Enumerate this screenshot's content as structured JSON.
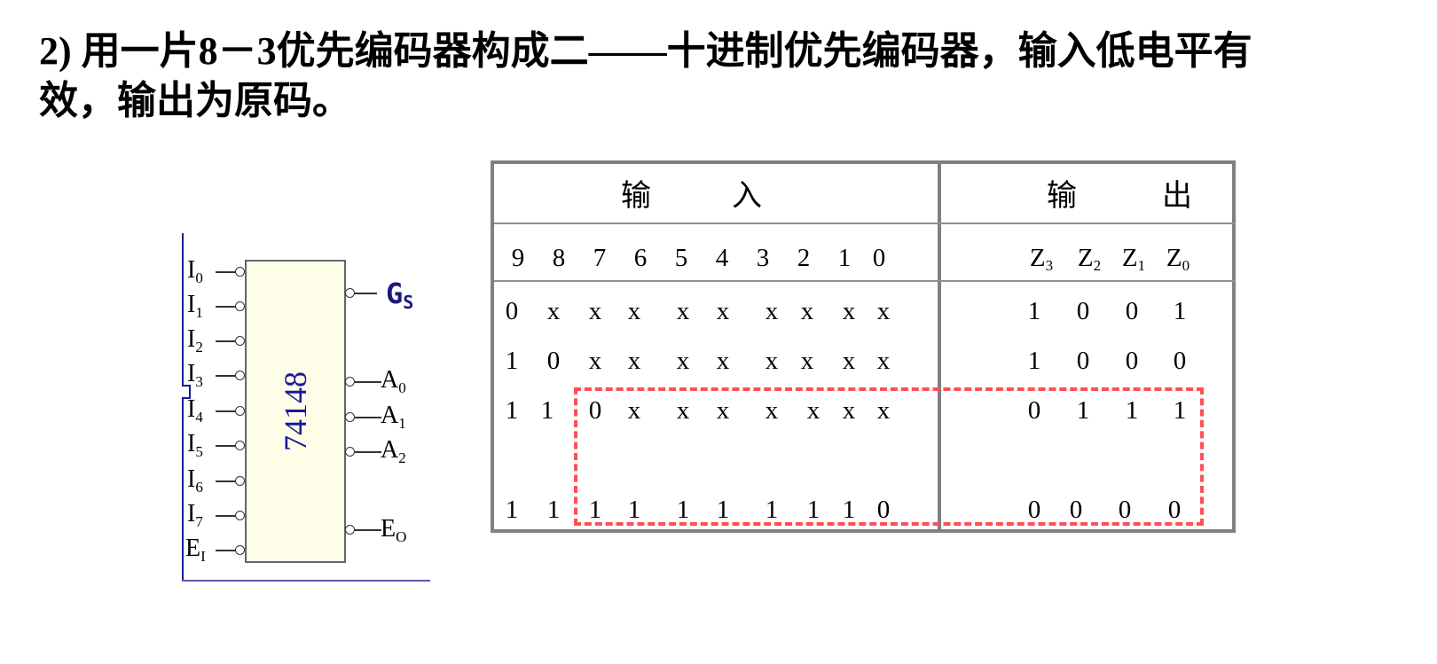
{
  "title": {
    "line1": "2) 用一片8－3优先编码器构成二——十进制优先编码器，输入低电平有",
    "line2": "效，输出为原码。"
  },
  "circuit": {
    "chip_label": "74148",
    "inputs": [
      {
        "name": "I",
        "sub": "0"
      },
      {
        "name": "I",
        "sub": "1"
      },
      {
        "name": "I",
        "sub": "2"
      },
      {
        "name": "I",
        "sub": "3"
      },
      {
        "name": "I",
        "sub": "4"
      },
      {
        "name": "I",
        "sub": "5"
      },
      {
        "name": "I",
        "sub": "6"
      },
      {
        "name": "I",
        "sub": "7"
      },
      {
        "name": "E",
        "sub": "I"
      }
    ],
    "outputs": {
      "gs": {
        "name": "G",
        "sub": "S"
      },
      "a0": {
        "name": "A",
        "sub": "0"
      },
      "a1": {
        "name": "A",
        "sub": "1"
      },
      "a2": {
        "name": "A",
        "sub": "2"
      },
      "eo": {
        "name": "E",
        "sub": "O"
      }
    },
    "colors": {
      "chip_fill": "#fdfde8",
      "label": "#1a1a9a",
      "bus": "#1a1aa0"
    }
  },
  "table": {
    "input_header": [
      "输",
      "入"
    ],
    "output_header": [
      "输",
      "出"
    ],
    "input_columns": [
      "9",
      "8",
      "7",
      "6",
      "5",
      "4",
      "3",
      "2",
      "1",
      "0"
    ],
    "output_columns": [
      {
        "name": "Z",
        "sub": "3"
      },
      {
        "name": "Z",
        "sub": "2"
      },
      {
        "name": "Z",
        "sub": "1"
      },
      {
        "name": "Z",
        "sub": "0"
      }
    ],
    "rows": [
      {
        "inputs": [
          "0",
          "x",
          "x",
          "x",
          "x",
          "x",
          "x",
          "x",
          "x",
          "x"
        ],
        "outputs": [
          "1",
          "0",
          "0",
          "1"
        ]
      },
      {
        "inputs": [
          "1",
          "0",
          "x",
          "x",
          "x",
          "x",
          "x",
          "x",
          "x",
          "x"
        ],
        "outputs": [
          "1",
          "0",
          "0",
          "0"
        ]
      },
      {
        "inputs": [
          "1",
          "1",
          "0",
          "x",
          "x",
          "x",
          "x",
          "x",
          "x",
          "x"
        ],
        "outputs": [
          "0",
          "1",
          "1",
          "1"
        ]
      },
      {
        "inputs": [
          "1",
          "1",
          "1",
          "1",
          "1",
          "1",
          "1",
          "1",
          "1",
          "0"
        ],
        "outputs": [
          "0",
          "0",
          "0",
          "0"
        ]
      }
    ],
    "highlight_color": "#ff4f55",
    "border_color": "#808080"
  }
}
